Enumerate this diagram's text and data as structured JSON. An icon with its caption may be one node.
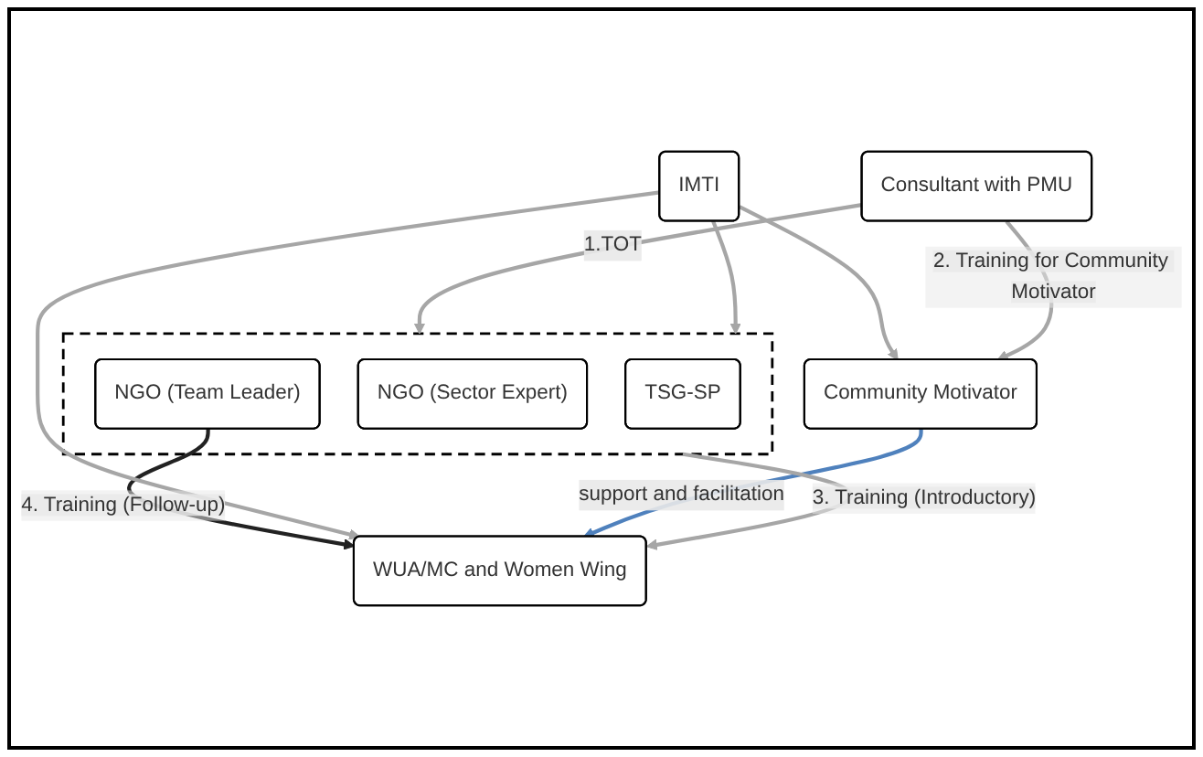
{
  "diagram": {
    "nodes": [
      {
        "text": [
          "Consultant with PMU"
        ]
      },
      {
        "text": [
          "IMTI"
        ]
      },
      {
        "text": [],
        "shape": "box"
      },
      {
        "text": [
          "TSG-SP"
        ],
        "in": 2
      },
      {
        "text": [
          "NGO (Sector Expert)"
        ],
        "in": 2
      },
      {
        "text": [
          "NGO (Team Leader)"
        ],
        "in": 2
      },
      {
        "text": [
          "Community Motivator"
        ]
      },
      {
        "text": [
          "WUA/MC and Women Wing"
        ]
      }
    ],
    "edges": [
      {
        "from": 0,
        "to": 2,
        "arrow": "to",
        "label": "1.TOT"
      },
      {
        "from": 1,
        "to": 2,
        "arrow": "to"
      },
      {
        "from": 1,
        "to": 6,
        "arrow": "to"
      },
      {
        "from": 0,
        "to": 6,
        "arrow": "to",
        "label": "2. Training for Community Motivator"
      },
      {
        "from": 2,
        "to": 7,
        "arrow": "to",
        "label": "3. Training (Introductory)"
      },
      {
        "from": 5,
        "to": 7,
        "arrow": "to",
        "label": "4. Training (Follow-up)",
        "color": "#222222"
      },
      {
        "from": 1,
        "to": 7,
        "arrow": "to"
      },
      {
        "from": 6,
        "to": 7,
        "arrow": "to",
        "label": "support and facilitation",
        "color": "#4f81bd"
      }
    ]
  }
}
